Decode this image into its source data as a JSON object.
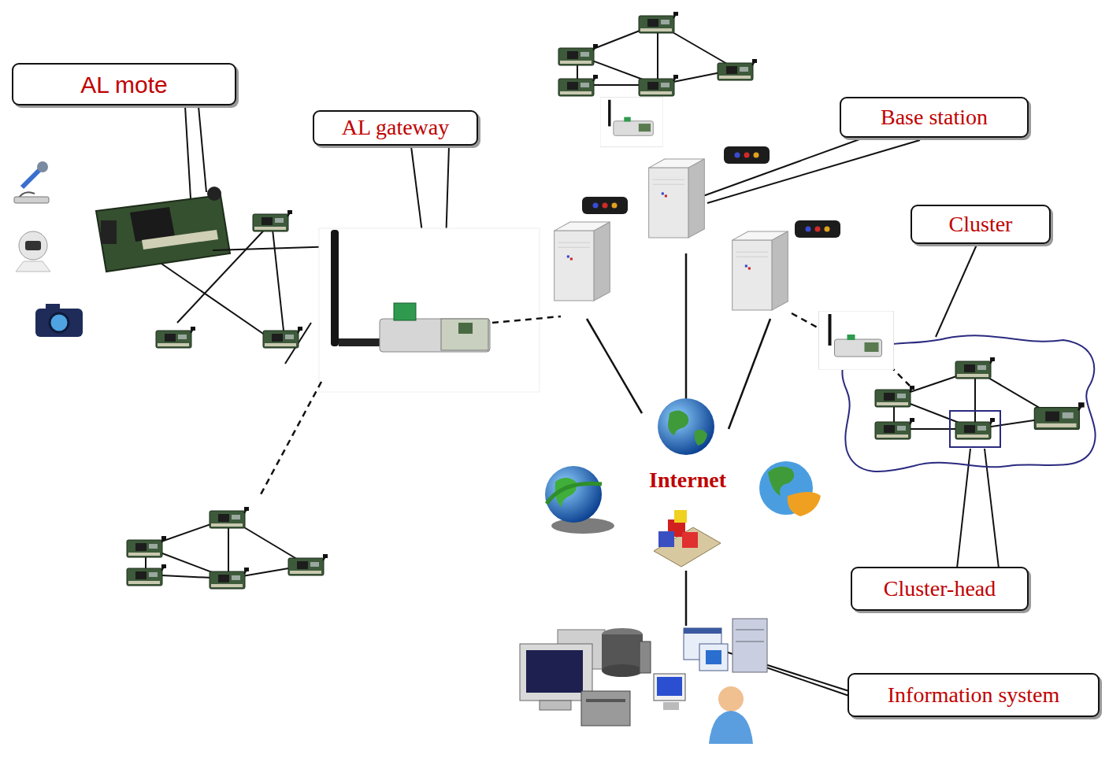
{
  "diagram": {
    "nodes": [
      {
        "text": [
          "AL mote"
        ]
      },
      {
        "text": [
          "AL gateway"
        ]
      },
      {
        "text": [
          "Base station"
        ]
      },
      {
        "text": [
          "Cluster"
        ]
      },
      {
        "text": [
          "Cluster-head"
        ]
      },
      {
        "text": [
          "Information system"
        ]
      }
    ],
    "labels": [
      "Internet"
    ]
  }
}
